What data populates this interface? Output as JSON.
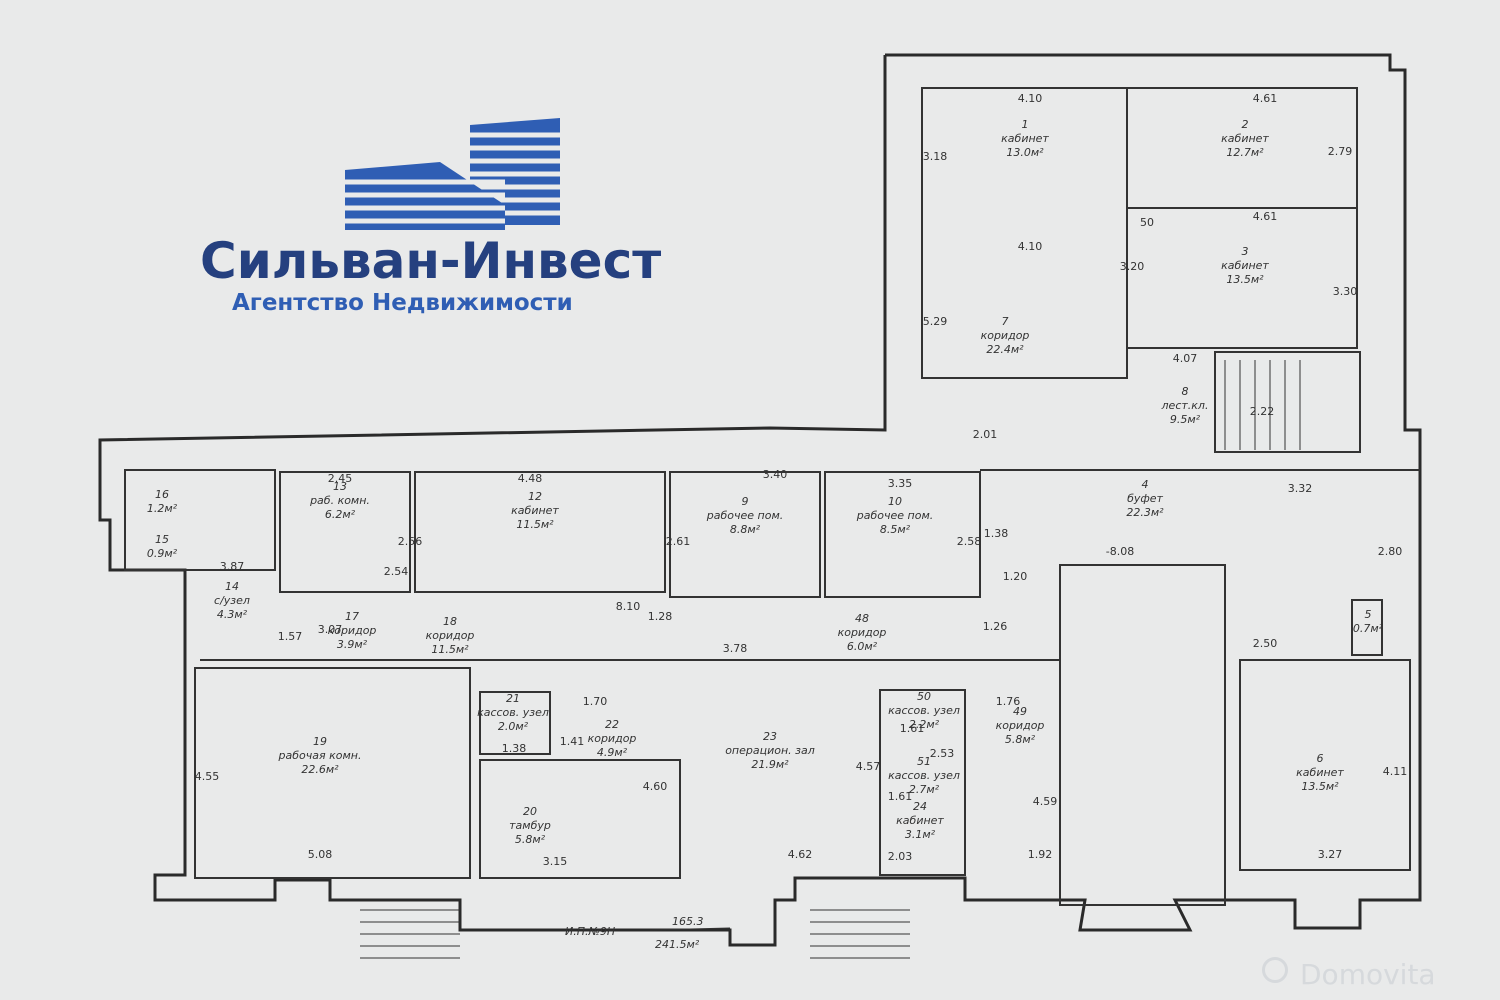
{
  "brand": {
    "name": "Сильван-Инвест",
    "tagline": "Агентство Недвижимости",
    "logo_color": "#2f5eb4",
    "title_color": "#25407f"
  },
  "watermark": {
    "text": "Domovita"
  },
  "rooms": [
    {
      "id": "r1",
      "no": "1",
      "name": "кабинет",
      "area": "13.0м²"
    },
    {
      "id": "r2",
      "no": "2",
      "name": "кабинет",
      "area": "12.7м²"
    },
    {
      "id": "r3",
      "no": "3",
      "name": "кабинет",
      "area": "13.5м²"
    },
    {
      "id": "r7",
      "no": "7",
      "name": "коридор",
      "area": "22.4м²"
    },
    {
      "id": "r8",
      "no": "8",
      "name": "лест.кл.",
      "area": "9.5м²"
    },
    {
      "id": "r4",
      "no": "4",
      "name": "буфет",
      "area": "22.3м²"
    },
    {
      "id": "r5",
      "no": "5",
      "name": "",
      "area": "0.7м²"
    },
    {
      "id": "r6",
      "no": "6",
      "name": "кабинет",
      "area": "13.5м²"
    },
    {
      "id": "r9",
      "no": "9",
      "name": "рабочее пом.",
      "area": "8.8м²"
    },
    {
      "id": "r10",
      "no": "10",
      "name": "рабочее пом.",
      "area": "8.5м²"
    },
    {
      "id": "r12",
      "no": "12",
      "name": "кабинет",
      "area": "11.5м²"
    },
    {
      "id": "r13",
      "no": "13",
      "name": "раб. комн.",
      "area": "6.2м²"
    },
    {
      "id": "r14",
      "no": "14",
      "name": "с/узел",
      "area": "4.3м²"
    },
    {
      "id": "r15",
      "no": "15",
      "name": "",
      "area": "0.9м²"
    },
    {
      "id": "r16",
      "no": "16",
      "name": "",
      "area": "1.2м²"
    },
    {
      "id": "r17",
      "no": "17",
      "name": "коридор",
      "area": "3.9м²"
    },
    {
      "id": "r18",
      "no": "18",
      "name": "коридор",
      "area": "11.5м²"
    },
    {
      "id": "r19",
      "no": "19",
      "name": "рабочая комн.",
      "area": "22.6м²"
    },
    {
      "id": "r20",
      "no": "20",
      "name": "тамбур",
      "area": "5.8м²"
    },
    {
      "id": "r21",
      "no": "21",
      "name": "кассов. узел",
      "area": "2.0м²"
    },
    {
      "id": "r22",
      "no": "22",
      "name": "коридор",
      "area": "4.9м²"
    },
    {
      "id": "r23",
      "no": "23",
      "name": "операцион. зал",
      "area": "21.9м²"
    },
    {
      "id": "r24",
      "no": "24",
      "name": "кабинет",
      "area": "3.1м²"
    },
    {
      "id": "r48",
      "no": "48",
      "name": "коридор",
      "area": "6.0м²"
    },
    {
      "id": "r49",
      "no": "49",
      "name": "коридор",
      "area": "5.8м²"
    },
    {
      "id": "r50",
      "no": "50",
      "name": "кассов. узел",
      "area": "2.2м²"
    },
    {
      "id": "r51",
      "no": "51",
      "name": "кассов. узел",
      "area": "2.7м²"
    }
  ],
  "dimensions": [
    "4.10",
    "4.61",
    "3.18",
    "2.79",
    "4.10",
    "4.61",
    "3.20",
    "3.30",
    "5.29",
    "4.07",
    "2.22",
    "2.01",
    "3.32",
    "2.80",
    "-8.08",
    "2.50",
    "4.11",
    "3.27",
    "2.45",
    "4.48",
    "3.40",
    "3.35",
    "2.56",
    "2.54",
    "2.61",
    "2.58",
    "1.38",
    "1.20",
    "3.87",
    "1.57",
    "3.07",
    "8.10",
    "1.28",
    "3.78",
    "1.26",
    "1.70",
    "1.41",
    "1.38",
    "4.55",
    "4.60",
    "4.57",
    "1.61",
    "2.53",
    "1.61",
    "1.76",
    "4.59",
    "5.08",
    "3.15",
    "4.62",
    "2.03",
    "1.92",
    "50"
  ],
  "inventory_note": "И.П.№9Н",
  "totals": {
    "top": "165.3",
    "bottom": "241.5м²"
  }
}
